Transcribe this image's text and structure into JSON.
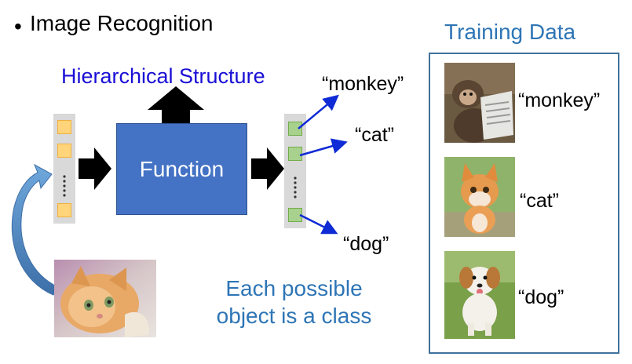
{
  "bullet": "•",
  "title": "Image Recognition",
  "hierarchy_label": "Hierarchical Structure",
  "function_label": "Function",
  "outputs": {
    "monkey": "“monkey”",
    "cat": "“cat”",
    "dog": "“dog”"
  },
  "class_note": "Each possible object is a class",
  "training": {
    "title": "Training Data",
    "items": [
      {
        "label": "“monkey”",
        "image": "monkey reading newspaper photo"
      },
      {
        "label": "“cat”",
        "image": "orange kitten photo"
      },
      {
        "label": "“dog”",
        "image": "white and brown puppy photo"
      }
    ]
  },
  "input_image": "orange tabby cat photo",
  "colors": {
    "function_box": "#4472c4",
    "hierarchy_text": "#1a0fd6",
    "note_text": "#2e75b6",
    "arrow_blue": "#0f2bd6",
    "curved_arrow": "#5b9bd5"
  }
}
